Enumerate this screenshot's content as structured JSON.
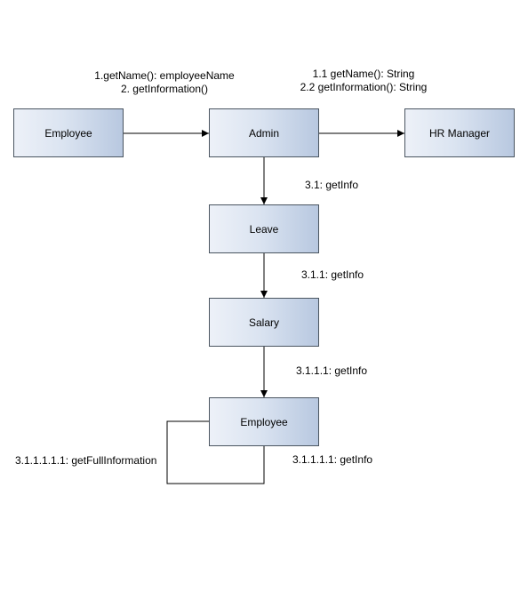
{
  "nodes": {
    "employee_top": "Employee",
    "admin": "Admin",
    "hr_manager": "HR Manager",
    "leave": "Leave",
    "salary": "Salary",
    "employee_bottom": "Employee"
  },
  "messages": {
    "employee_to_admin_1": "1.getName(): employeeName",
    "employee_to_admin_2": "2. getInformation()",
    "admin_to_hr_1": "1.1 getName(): String",
    "admin_to_hr_2": "2.2 getInformation(): String",
    "admin_to_leave": "3.1: getInfo",
    "leave_to_salary": "3.1.1: getInfo",
    "salary_to_employee": "3.1.1.1: getInfo",
    "self_loop_left": "3.1.1.1.1.1: getFullInformation",
    "self_loop_right": "3.1.1.1.1: getInfo"
  },
  "colors": {
    "node_border": "#4a5560",
    "node_fill_light": "#edf1f8",
    "node_fill_dark": "#b8c8e0",
    "edge": "#000000"
  }
}
